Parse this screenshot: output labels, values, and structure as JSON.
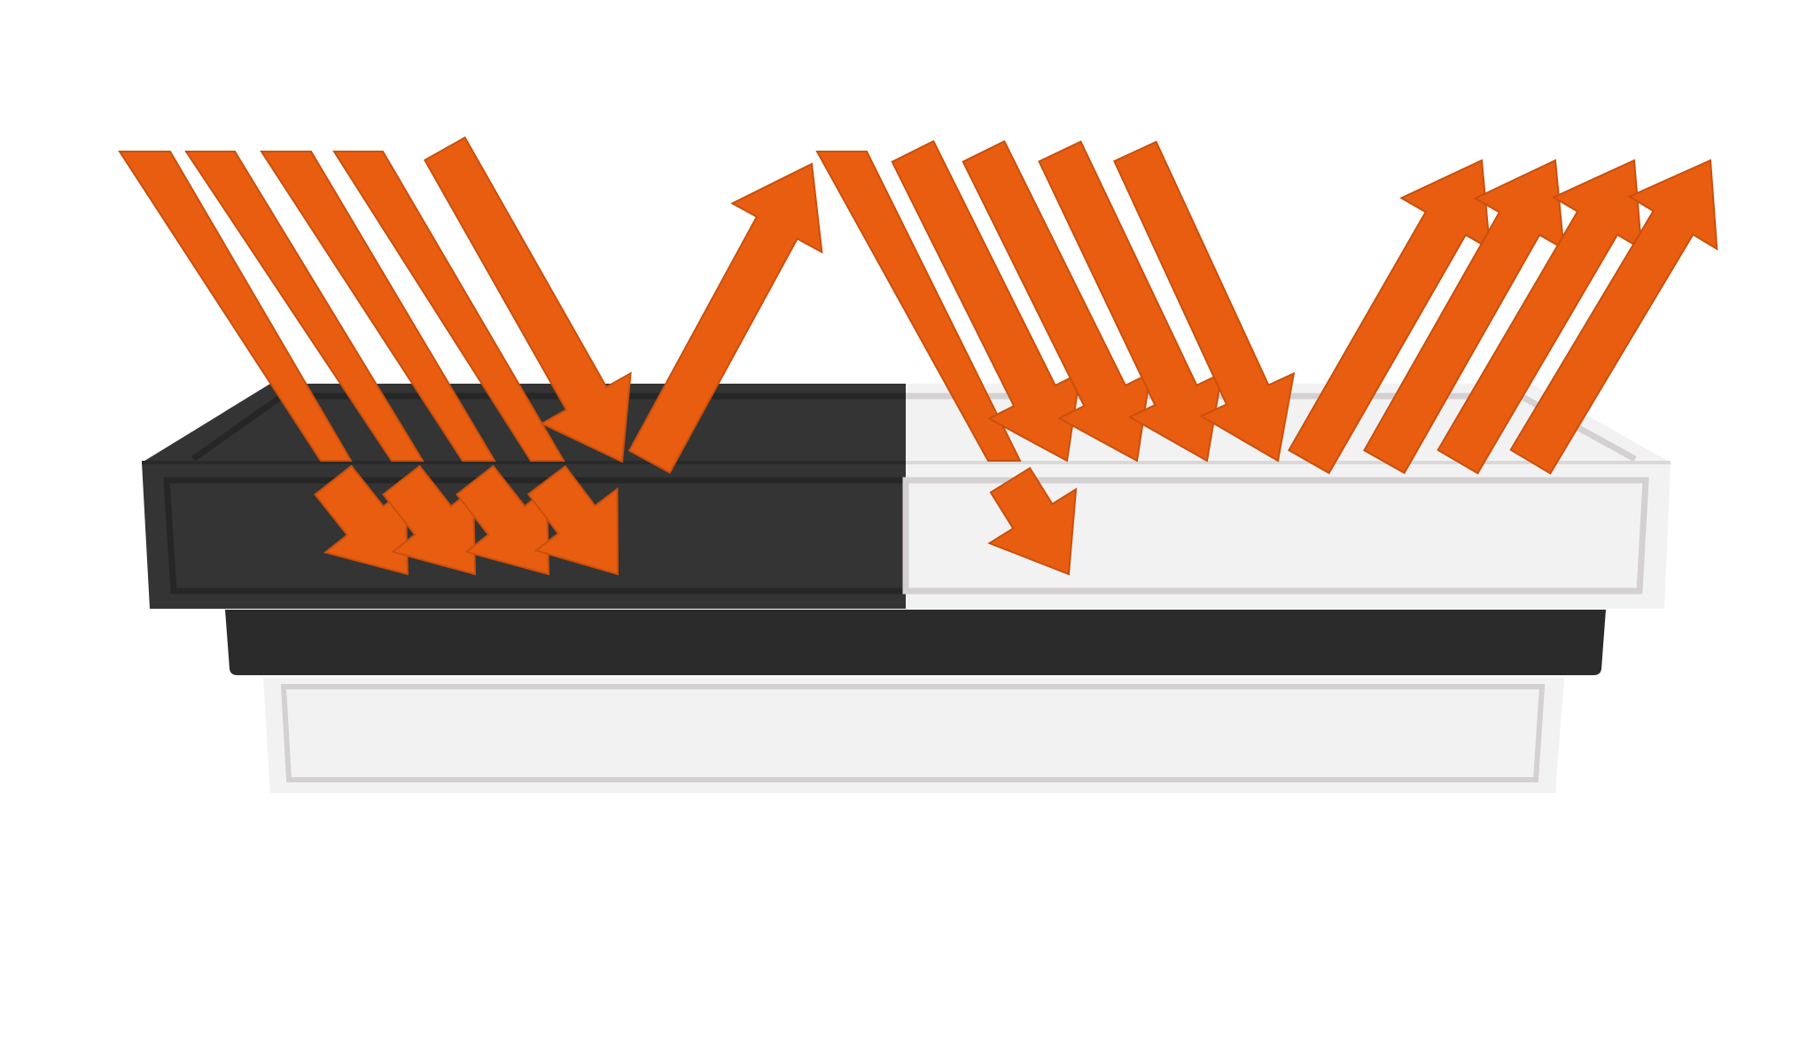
{
  "diagram": {
    "colors": {
      "background": "#ffffff",
      "arrow_fill": "#e85d10",
      "arrow_edge": "#c9500d",
      "dark_panel": "#343434",
      "dark_panel_outline": "#262626",
      "light_panel": "#f2f2f2",
      "light_panel_outline": "#d5d0d1",
      "base_bar": "#2b2b2b",
      "lower_panel": "#f2f2f2",
      "lower_panel_outline": "#d5d0d1"
    },
    "panels": [
      {
        "name": "dark-roof-panel",
        "surface": "dark"
      },
      {
        "name": "light-roof-panel",
        "surface": "light"
      }
    ],
    "dark_side": {
      "incoming_rays": 5,
      "absorbed_rays": 4,
      "reflected_rays": 1
    },
    "light_side": {
      "incoming_rays": 5,
      "absorbed_rays": 1,
      "reflected_rays": 4
    }
  }
}
